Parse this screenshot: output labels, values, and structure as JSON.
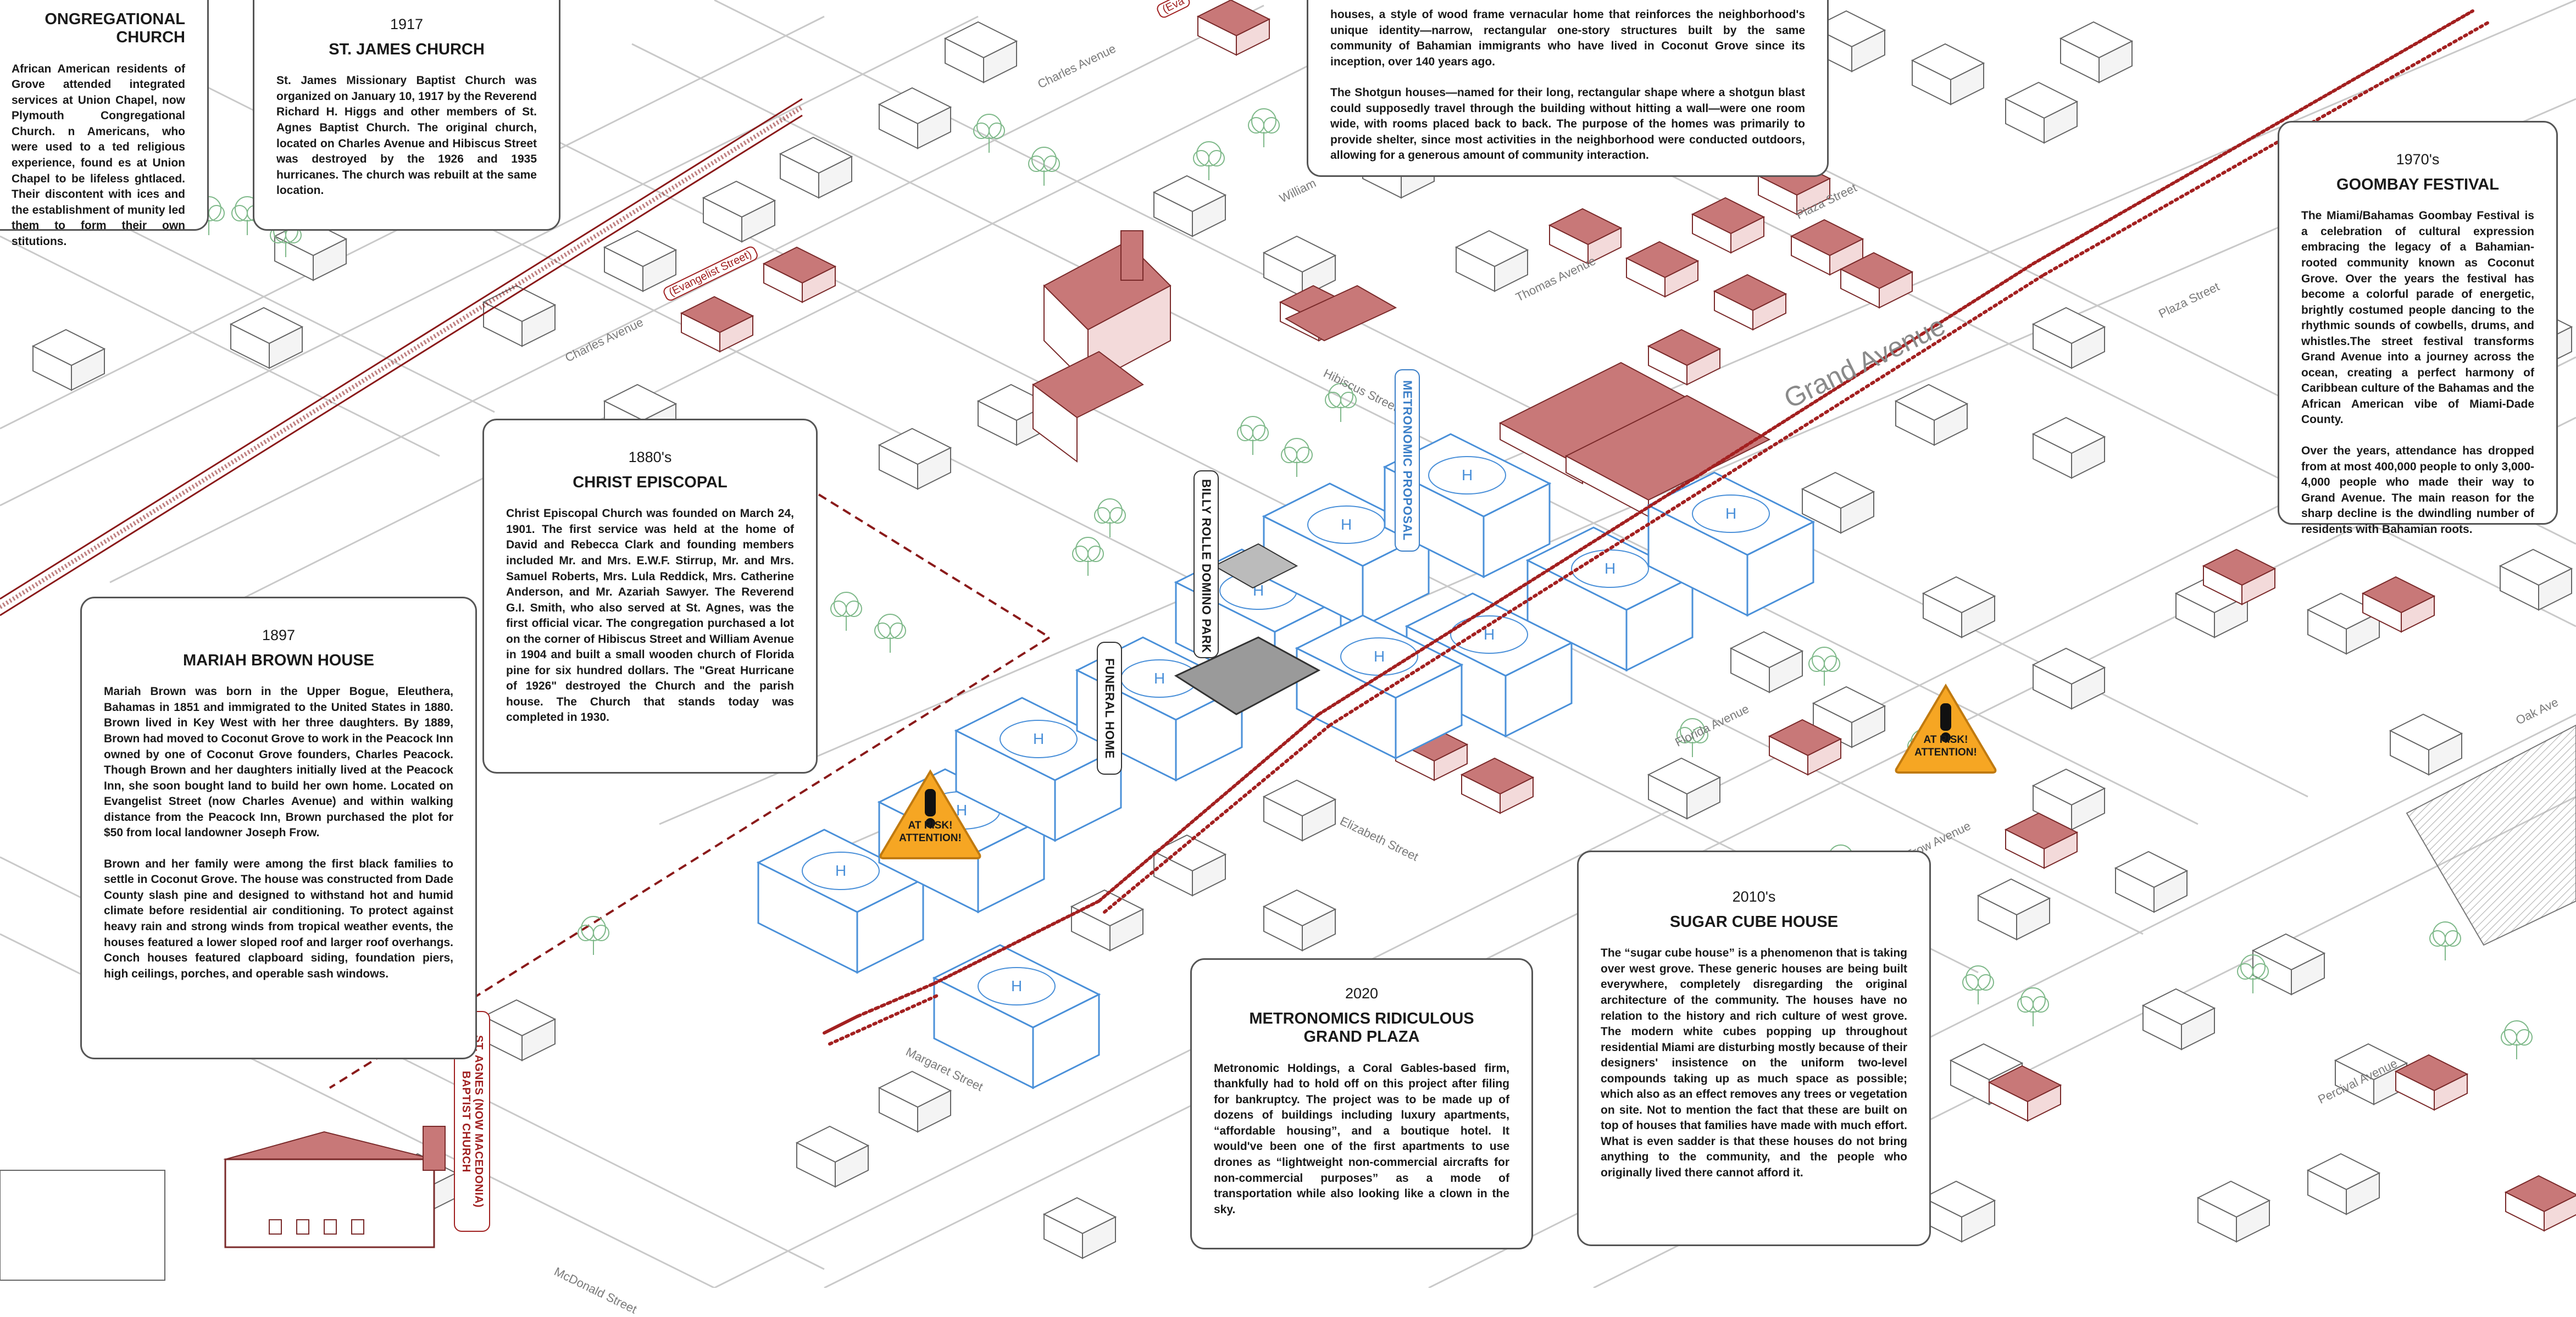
{
  "colors": {
    "heritage_red": "#b55a5a",
    "proposal_blue": "#4a90d9",
    "risk_orange": "#f6a623",
    "street_line": "#bdbdbd"
  },
  "panels": {
    "congregational": {
      "title": "ONGREGATIONAL\nCHURCH",
      "body": "African American residents of Grove attended integrated services at Union Chapel, now Plymouth Congregational Church. n Americans, who were used to a ted religious experience, found es at Union Chapel to be lifeless ghtlaced. Their discontent with ices and the establishment of munity led them to form their own stitutions."
    },
    "st_james": {
      "year": "1917",
      "title": "ST. JAMES CHURCH",
      "body": "St. James Missionary Baptist Church was organized on January 10, 1917 by the Reverend Richard H. Higgs and other members of St. Agnes Baptist Church. The original church, located on Charles Avenue and Hibiscus Street was destroyed by the 1926 and 1935 hurricanes. The church was rebuilt at the same location."
    },
    "shotgun": {
      "body1": "houses, a style of wood frame vernacular home that reinforces the neighborhood's unique identity—narrow, rectangular one-story structures built by the same community of Bahamian immigrants who have lived in Coconut Grove since its inception, over 140 years ago.",
      "body2": "The Shotgun houses—named for their long, rectangular shape where a shotgun blast could supposedly travel through the building without hitting a wall—were one room wide, with rooms placed back to back. The purpose of the homes was primarily to provide shelter, since most activities in the neighborhood were conducted outdoors, allowing for a generous amount of community interaction."
    },
    "goombay": {
      "year": "1970's",
      "title": "GOOMBAY FESTIVAL",
      "body1": "The Miami/Bahamas Goombay Festival is a celebration of cultural expression embracing the legacy of a Bahamian-rooted community known as Coconut Grove. Over the years the festival has become a colorful parade of energetic, brightly costumed people dancing to the rhythmic sounds of cowbells, drums, and whistles.The street festival transforms Grand Avenue into a journey across the ocean, creating a perfect harmony of Caribbean culture of the Bahamas and the African American vibe of Miami-Dade County.",
      "body2": "Over the years, attendance has dropped from at most 400,000 people to only 3,000-4,000 people who made their way to Grand Avenue. The main reason for the sharp decline is the dwindling number of residents with Bahamian roots."
    },
    "christ_episcopal": {
      "year": "1880's",
      "title": "CHRIST EPISCOPAL",
      "body": "Christ Episcopal Church was founded on March 24, 1901. The first service was held at the home of David and Rebecca Clark and founding members included Mr. and Mrs. E.W.F. Stirrup, Mr. and Mrs. Samuel Roberts, Mrs. Lula Reddick, Mrs. Catherine Anderson, and Mr. Azariah Sawyer. The Reverend G.I. Smith, who also served at St. Agnes, was the first official vicar. The congregation purchased a lot on the corner of Hibiscus Street and William Avenue in 1904 and built a small wooden church of Florida pine for six hundred dollars. The \"Great Hurricane of 1926\" destroyed the Church and the parish house. The Church that stands today was completed in 1930."
    },
    "mariah_brown": {
      "year": "1897",
      "title": "MARIAH BROWN HOUSE",
      "body1": "Mariah Brown was born in the Upper Bogue, Eleuthera, Bahamas in 1851 and immigrated to the United States in 1880. Brown lived in Key West with her three daughters. By 1889, Brown had moved to Coconut Grove to work in the Peacock Inn owned by one of Coconut Grove founders, Charles Peacock. Though Brown and her daughters initially lived at the Peacock Inn, she soon bought land to build her own home. Located on Evangelist Street (now Charles Avenue) and within walking distance from the Peacock Inn, Brown purchased the plot for $50 from local landowner Joseph Frow.",
      "body2": "Brown and her family were among the first black families to settle in Coconut Grove. The house was constructed from Dade County slash pine and designed to withstand hot and humid climate before residential air conditioning. To protect against heavy rain and strong winds from tropical weather events, the houses featured a lower sloped roof and larger roof overhangs. Conch houses featured clapboard siding, foundation piers, high ceilings, porches, and operable sash windows."
    },
    "metronomics": {
      "year": "2020",
      "title": "METRONOMICS RIDICULOUS\nGRAND PLAZA",
      "body": "Metronomic Holdings, a Coral Gables-based firm, thankfully had to hold off on this project after filing for bankruptcy. The project was to be made up of dozens of buildings including luxury apartments, “affordable housing”, and a boutique hotel. It would've been one of the first apartments to use drones as “lightweight non-commercial aircrafts for non-commercial purposes” as a mode of transportation while also looking like a clown in the sky."
    },
    "sugar_cube": {
      "year": "2010's",
      "title": "SUGAR CUBE HOUSE",
      "body": "The “sugar cube house” is a phenomenon that is taking over west grove. These generic houses are being built everywhere, completely disregarding the original architecture of the community. The houses have no relation to the history and rich culture of west grove. The modern white cubes popping up throughout residential Miami are disturbing mostly because of their designers' insistence on the uniform two-level compounds taking up as much space as possible; which also as an effect removes any trees or vegetation on site. Not to mention the fact that these are built on top of houses that families have made with much effort. What is even sadder is that these houses do not bring anything to the community, and the people who originally lived there cannot afford it."
    }
  },
  "labels": {
    "billy_rolle": "BILLY ROLLE DOMINO PARK",
    "metronomic_proposal": "METRONOMIC PROPOSAL",
    "funeral_home": "FUNERAL HOME",
    "st_agnes": "ST. AGNES (NOW MACEDONIA)\nBAPTIST CHURCH",
    "at_risk": "AT RISK!\nATTENTION!",
    "grand_avenue": "Grand Avenue"
  },
  "streets": {
    "charles_1": "Charles Avenue",
    "charles_2": "Charles Avenue",
    "evangelist_1": "(Evangelist Street)",
    "evangelist_2": "(Eva",
    "william": "William",
    "thomas": "Thomas Avenue",
    "hibiscus": "Hibiscus Street",
    "plaza_1": "Plaza Street",
    "plaza_2": "Plaza Street",
    "florida": "Florida Avenue",
    "elizabeth": "Elizabeth Street",
    "margaret": "Margaret Street",
    "mcdonald": "McDonald Street",
    "percival": "Percival Avenue",
    "oak": "Oak Ave",
    "frow": "Frow Avenue"
  },
  "icons": [
    "warning-triangle-icon",
    "helipad-icon"
  ]
}
